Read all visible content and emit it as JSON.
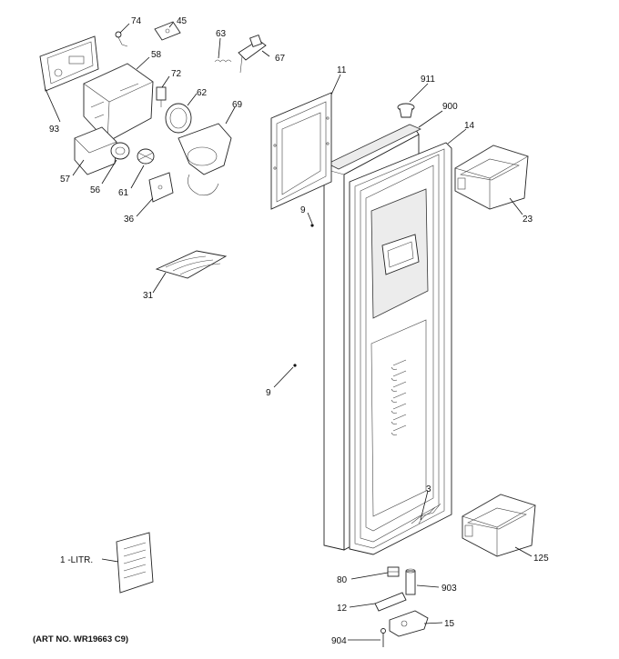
{
  "labels": {
    "p74": "74",
    "p45": "45",
    "p63": "63",
    "p67": "67",
    "p58": "58",
    "p72": "72",
    "p62": "62",
    "p69": "69",
    "p93": "93",
    "p57": "57",
    "p56": "56",
    "p61": "61",
    "p36": "36",
    "p31": "31",
    "p11": "11",
    "p911": "911",
    "p900": "900",
    "p14": "14",
    "p23": "23",
    "p9a": "9",
    "p9b": "9",
    "p3": "3",
    "p125": "125",
    "p80": "80",
    "p903": "903",
    "p12": "12",
    "p15": "15",
    "p904": "904",
    "litr": "1 -LITR."
  },
  "art_number": "(ART NO. WR19663 C9)"
}
